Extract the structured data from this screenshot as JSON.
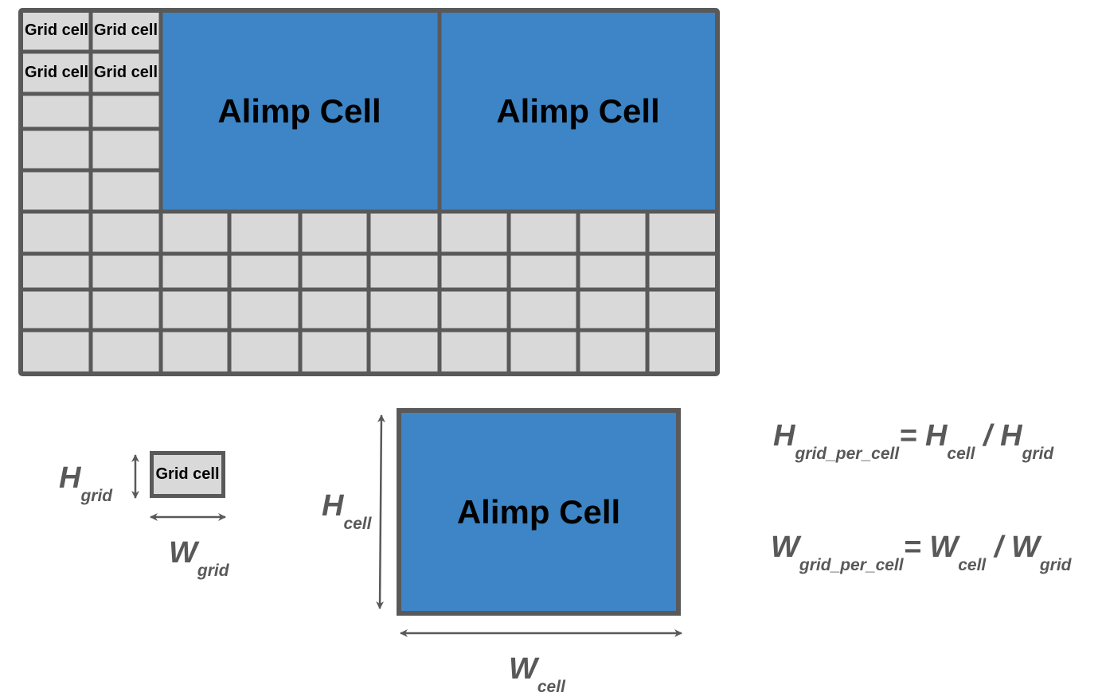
{
  "colors": {
    "border": "#595959",
    "grid_fill": "#d9d9d9",
    "alimp_fill": "#3d85c6",
    "text": "#000000",
    "symbol": "#595959"
  },
  "labels": {
    "grid_cell": "Grid cell",
    "alimp_cell": "Alimp Cell"
  },
  "legend": {
    "h_grid": {
      "base": "H",
      "sub": "grid"
    },
    "w_grid": {
      "base": "W",
      "sub": "grid"
    },
    "h_cell": {
      "base": "H",
      "sub": "cell"
    },
    "w_cell": {
      "base": "W",
      "sub": "cell"
    }
  },
  "formulas": {
    "h": {
      "lhs": "H",
      "lhs_sub": "grid_per_cell",
      "eq": "= ",
      "a": "H",
      "a_sub": "cell",
      "op": " / ",
      "b": "H",
      "b_sub": "grid"
    },
    "w": {
      "lhs": "W",
      "lhs_sub": "grid_per_cell",
      "eq": "= ",
      "a": "W",
      "a_sub": "cell",
      "op": " / ",
      "b": "W",
      "b_sub": "grid"
    }
  }
}
